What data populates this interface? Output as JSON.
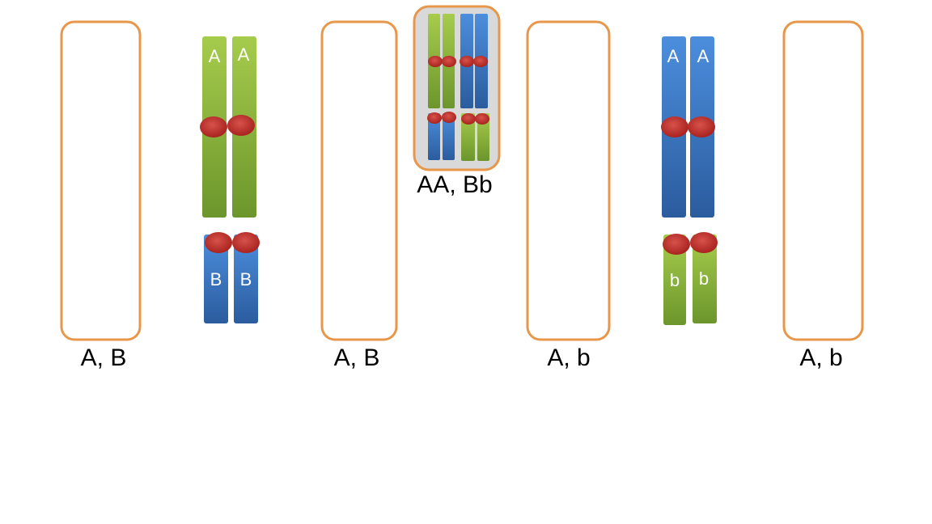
{
  "cells": [
    {
      "label": "A, B"
    },
    {
      "label": "A, B"
    },
    {
      "label": "A, b"
    },
    {
      "label": "A, b"
    }
  ],
  "chromosome_pairs": [
    {
      "alleles": [
        "A",
        "A"
      ],
      "color": "green"
    },
    {
      "alleles": [
        "B",
        "B"
      ],
      "color": "blue"
    },
    {
      "alleles": [
        "A",
        "A"
      ],
      "color": "blue"
    },
    {
      "alleles": [
        "b",
        "b"
      ],
      "color": "green"
    }
  ],
  "summary_thumbnail": {
    "label": "AA, Bb"
  },
  "colors": {
    "cell_outline": "#E8974A",
    "green_light": "#A3C94A",
    "green_dark": "#6F9A2E",
    "blue_light": "#4A8BDB",
    "blue_dark": "#2D5FA3",
    "centromere": "#C0312E",
    "thumbnail_bg": "#D9D9D9"
  }
}
